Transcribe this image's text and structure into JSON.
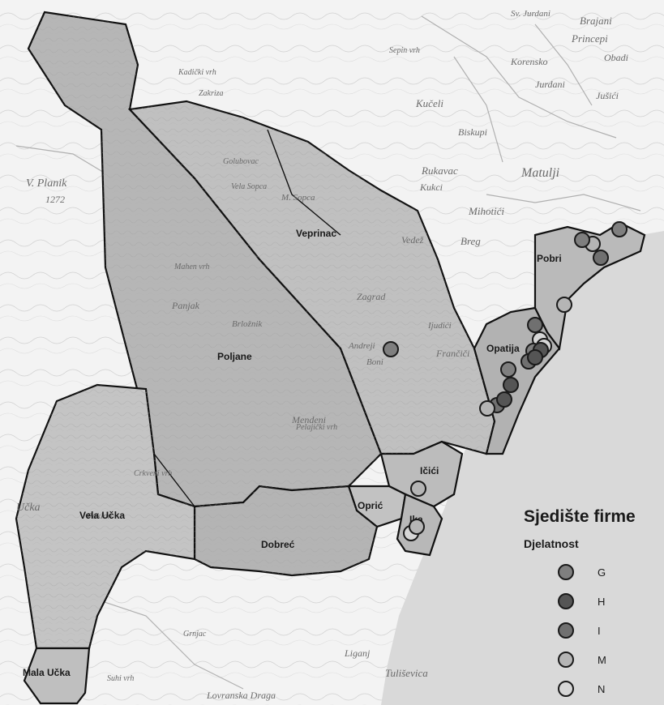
{
  "colors": {
    "sea": "#d9d9d9",
    "land": "#f3f3f3",
    "region_fill": "#bdbdbd",
    "border": "#111111",
    "G": "#7f7f7f",
    "H": "#555555",
    "I": "#707070",
    "M": "#b5b5b5",
    "N": "#d6d6d6"
  },
  "legend": {
    "title": "Sjedište firme",
    "subtitle": "Djelatnost",
    "items": [
      {
        "code": "G",
        "label": "G"
      },
      {
        "code": "H",
        "label": "H"
      },
      {
        "code": "I",
        "label": "I"
      },
      {
        "code": "M",
        "label": "M"
      },
      {
        "code": "N",
        "label": "N"
      }
    ]
  },
  "regions": [
    {
      "key": "veprinac",
      "label": "Veprinac"
    },
    {
      "key": "poljane",
      "label": "Poljane"
    },
    {
      "key": "opatija",
      "label": "Opatija"
    },
    {
      "key": "pobri",
      "label": "Pobri"
    },
    {
      "key": "icici",
      "label": "Ičići"
    },
    {
      "key": "opric",
      "label": "Oprić"
    },
    {
      "key": "ika",
      "label": "Ika"
    },
    {
      "key": "dobrec",
      "label": "Dobreć"
    },
    {
      "key": "vela-ucka",
      "label": "Vela Učka"
    },
    {
      "key": "mala-ucka",
      "label": "Mala Učka"
    }
  ],
  "base_labels": [
    "Rukavac",
    "Kukci",
    "Matulji",
    "Mihotići",
    "Jurdani",
    "Kučeli",
    "Biskupi",
    "Jušići",
    "Korensko",
    "Brajani",
    "Princepi",
    "Obadi",
    "Breg",
    "Zagrad",
    "Vedež",
    "Ijudići",
    "Frančiči",
    "Boni",
    "Andreji",
    "Mendeni",
    "Sv. Jurdani",
    "Lovranska Draga",
    "Tuliševica",
    "Liganj",
    "Golubovac",
    "M. Sopca",
    "Vela Sopca",
    "V. Planik",
    "1272",
    "Kadički vrh",
    "Pelajički vrh",
    "Crkveni vrh",
    "Brložnik",
    "Mahen vrh",
    "Panjak",
    "Sepin vrh",
    "Grnjac",
    "Suhi vrh",
    "Učka",
    "Poklon",
    "Zakriza"
  ],
  "points": [
    {
      "code": "G"
    },
    {
      "code": "M"
    },
    {
      "code": "I"
    },
    {
      "code": "G"
    },
    {
      "code": "M"
    },
    {
      "code": "N"
    },
    {
      "code": "I"
    },
    {
      "code": "N"
    },
    {
      "code": "G"
    },
    {
      "code": "H"
    },
    {
      "code": "I"
    },
    {
      "code": "H"
    },
    {
      "code": "H"
    },
    {
      "code": "G"
    },
    {
      "code": "I"
    },
    {
      "code": "H"
    },
    {
      "code": "M"
    },
    {
      "code": "G"
    },
    {
      "code": "M"
    },
    {
      "code": "N"
    },
    {
      "code": "M"
    }
  ]
}
